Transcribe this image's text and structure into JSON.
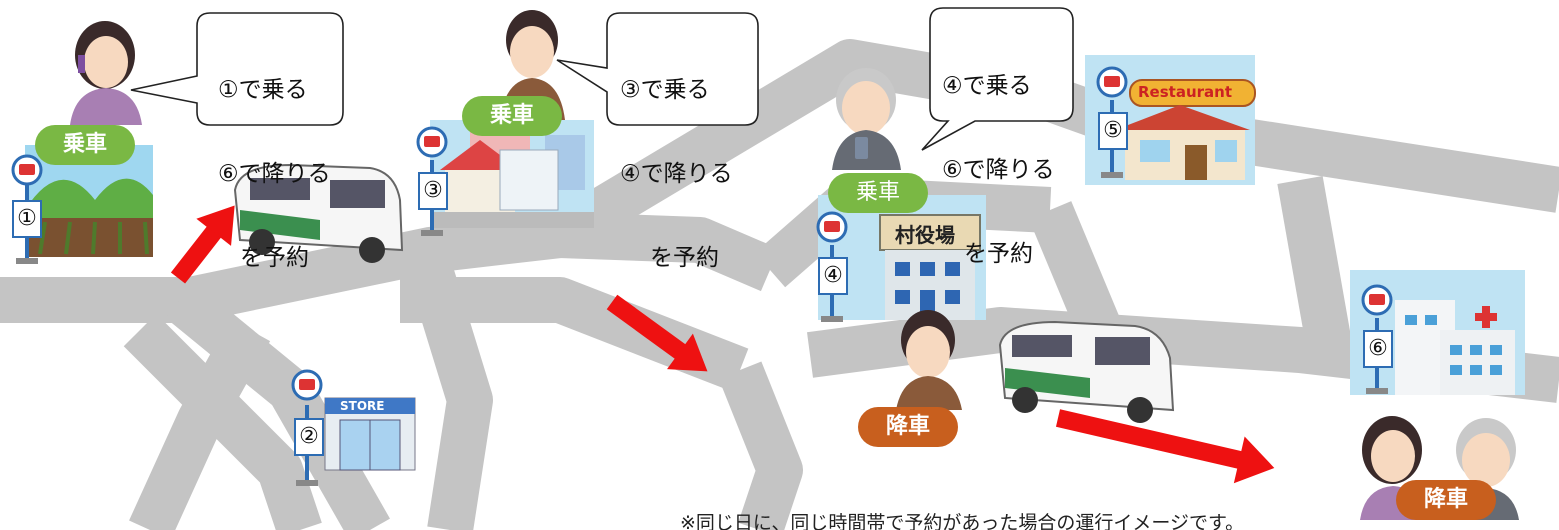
{
  "bubbles": {
    "b1": [
      "①で乗る",
      "⑥で降りる",
      "を予約"
    ],
    "b2": [
      "③で乗る",
      "④で降りる",
      "を予約"
    ],
    "b3": [
      "④で乗る",
      "⑥で降りる",
      "を予約"
    ]
  },
  "labels": {
    "board": "乗車",
    "alight": "降車"
  },
  "stops": [
    "①",
    "②",
    "③",
    "④",
    "⑤",
    "⑥"
  ],
  "signs": {
    "store": "STORE",
    "restaurant": "Restaurant",
    "village_office": "村役場"
  },
  "note": "※同じ日に、同じ時間帯で予約があった場合の運行イメージです。",
  "colors": {
    "road": "#c4c4c4",
    "arrow": "#ee1111",
    "board_pill": "#7ab844",
    "alight_pill": "#c85f1e",
    "stop_blue": "#2d6cb3"
  }
}
